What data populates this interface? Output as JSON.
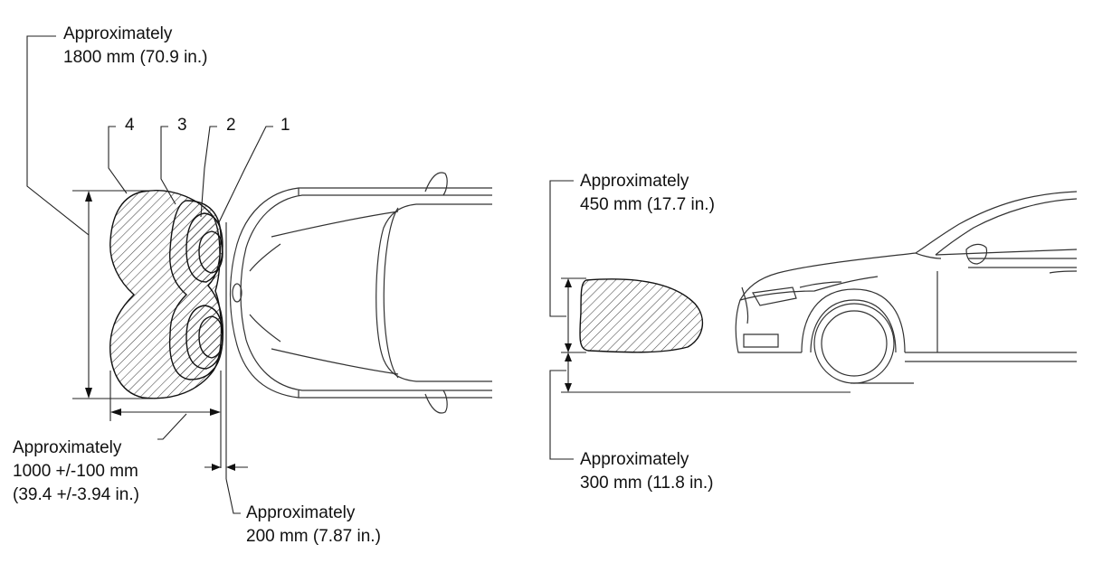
{
  "colors": {
    "line": "#111111",
    "hatch": "#444444",
    "background": "#ffffff"
  },
  "labels": {
    "height_top": {
      "line1": "Approximately",
      "line2": "1800 mm (70.9 in.)"
    },
    "width_bottom": {
      "line1": "Approximately",
      "line2": "1000 +/-100 mm",
      "line3": "(39.4 +/-3.94 in.)"
    },
    "gap_bottom": {
      "line1": "Approximately",
      "line2": "200 mm (7.87 in.)"
    },
    "side_upper": {
      "line1": "Approximately",
      "line2": "450 mm (17.7 in.)"
    },
    "side_lower": {
      "line1": "Approximately",
      "line2": "300 mm (11.8 in.)"
    }
  },
  "zones": [
    "4",
    "3",
    "2",
    "1"
  ]
}
